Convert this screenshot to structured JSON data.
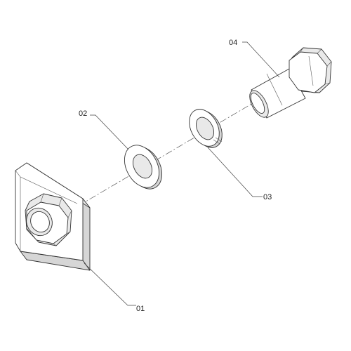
{
  "diagram": {
    "type": "exploded-assembly",
    "callouts": [
      {
        "id": "01",
        "label": "01",
        "part": "backing-plate-with-nut"
      },
      {
        "id": "02",
        "label": "02",
        "part": "flat-washer"
      },
      {
        "id": "03",
        "label": "03",
        "part": "spring-lock-washer"
      },
      {
        "id": "04",
        "label": "04",
        "part": "hex-head-bolt"
      }
    ]
  }
}
